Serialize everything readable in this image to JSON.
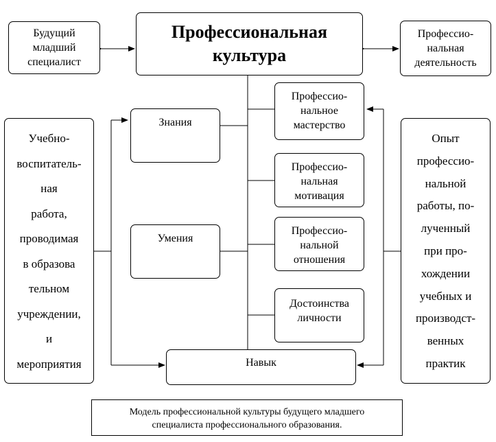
{
  "title": "Профессиональная\nкультура",
  "left_top": "Будущий\nмладший\nспециалист",
  "right_top": "Профессио-\nнальная\nдеятельность",
  "left_side": "Учебно-\nвоспитатель-\nная\nработа,\nпроводимая\nв образова\nтельном\nучреждении,\nи\nмероприятия",
  "right_side": "Опыт\nпрофессио-\nнальной\nработы, по-\nлученный\nпри про-\nхождении\nучебных и\nпроизводст-\nвенных\nпрактик",
  "knowledge": "Знания",
  "skills": "Умения",
  "habit": "Навык",
  "components": [
    "Профессио-\nнальное\nмастерство",
    "Профессио-\nнальная\nмотивация",
    "Профессио-\nнальной\nотношения",
    "Достоинства\nличности"
  ],
  "caption": "Модель профессиональной культуры будущего младшего\nспециалиста профессионального образования."
}
